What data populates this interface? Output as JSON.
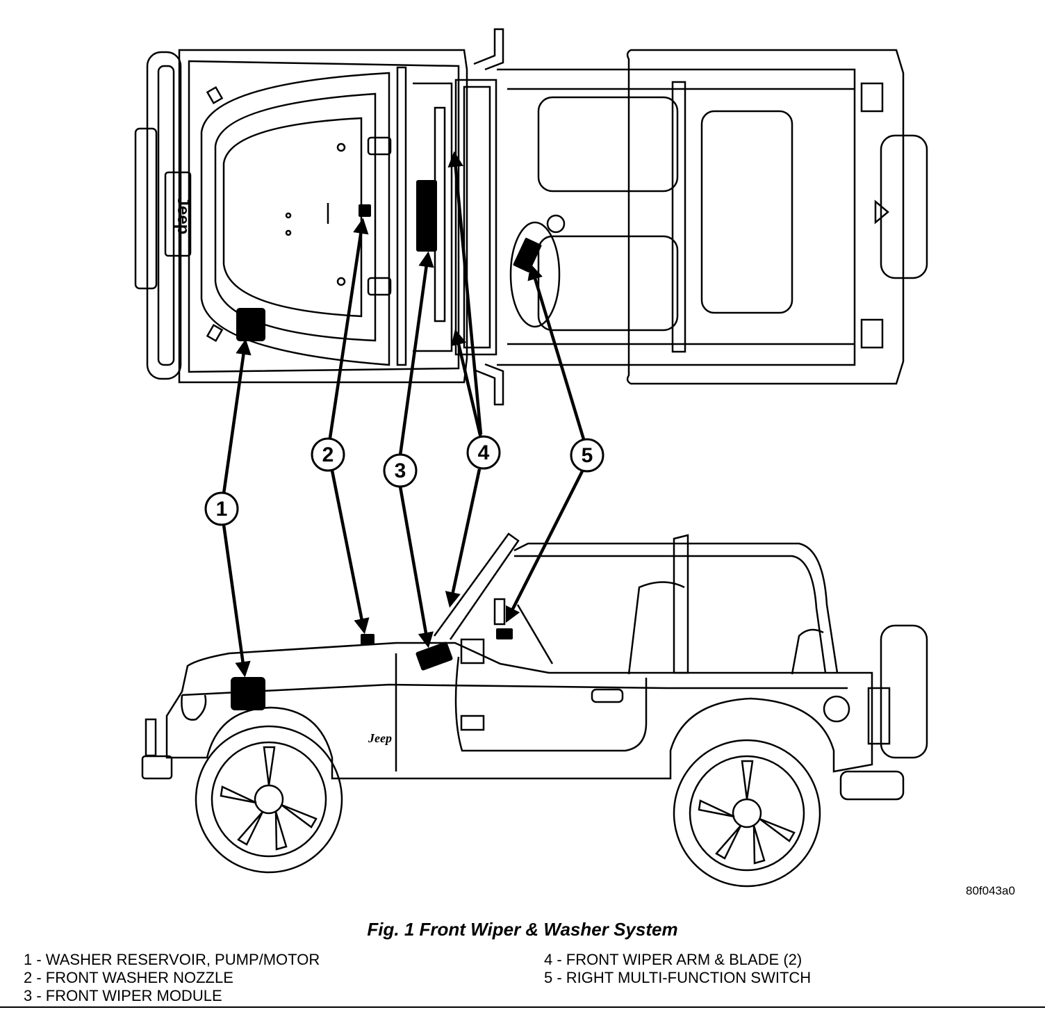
{
  "figure": {
    "id": "80f043a0",
    "caption": "Fig. 1 Front Wiper & Washer System",
    "hood_logo": "Jeep",
    "side_badge": "Jeep"
  },
  "callouts": [
    "1",
    "2",
    "3",
    "4",
    "5"
  ],
  "legend": {
    "left": [
      "1 - WASHER RESERVOIR, PUMP/MOTOR",
      "2 - FRONT WASHER NOZZLE",
      "3 - FRONT WIPER MODULE"
    ],
    "right": [
      "4 - FRONT WIPER ARM & BLADE (2)",
      "5 - RIGHT MULTI-FUNCTION SWITCH"
    ]
  }
}
